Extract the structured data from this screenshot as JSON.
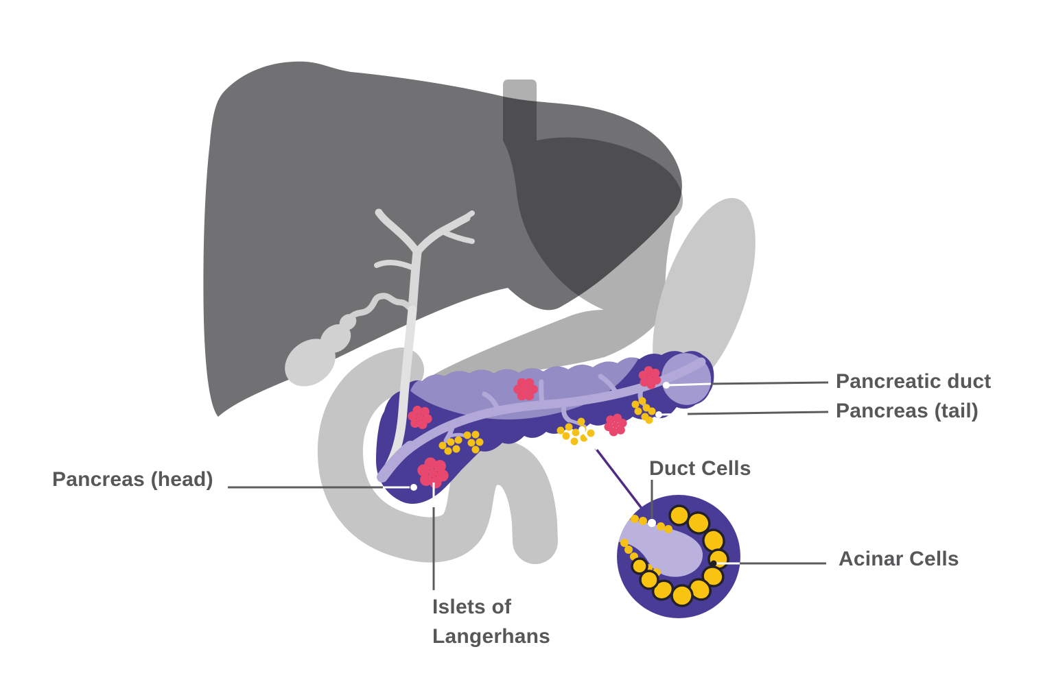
{
  "figure": {
    "title": "Pancreas anatomy diagram",
    "type": "medical-illustration"
  },
  "labels": {
    "pancreatic_duct": "Pancreatic duct",
    "pancreas_tail": "Pancreas (tail)",
    "pancreas_head": "Pancreas (head)",
    "duct_cells": "Duct Cells",
    "acinar_cells": "Acinar Cells",
    "islets_line1": "Islets of",
    "islets_line2": "Langerhans"
  },
  "palette": {
    "background": "#ffffff",
    "liver_gray": "#717174",
    "stomach_overlay": "rgba(0,0,0,0.31)",
    "spleen_gray": "#c9c9c9",
    "duodenum_gray": "#c5c5c5",
    "gallbladder_gray": "#d1d1d1",
    "bile_tree_gray": "#d8d8d8",
    "bile_duct_gray": "#e2e2e2",
    "pancreas_dark": "#493c97",
    "pancreas_light": "#948cc5",
    "tail_highlight": "#a39bd0",
    "duct_lavender": "#b3a9d8",
    "lumen_lavender": "#bab1dc",
    "islet_pink": "#e8486e",
    "acinar_yellow": "#f6c117",
    "cell_outline": "#232127",
    "pointer_gray": "#5c5c5e",
    "connector_purple": "#4e2c86",
    "text_gray": "#57575a"
  }
}
